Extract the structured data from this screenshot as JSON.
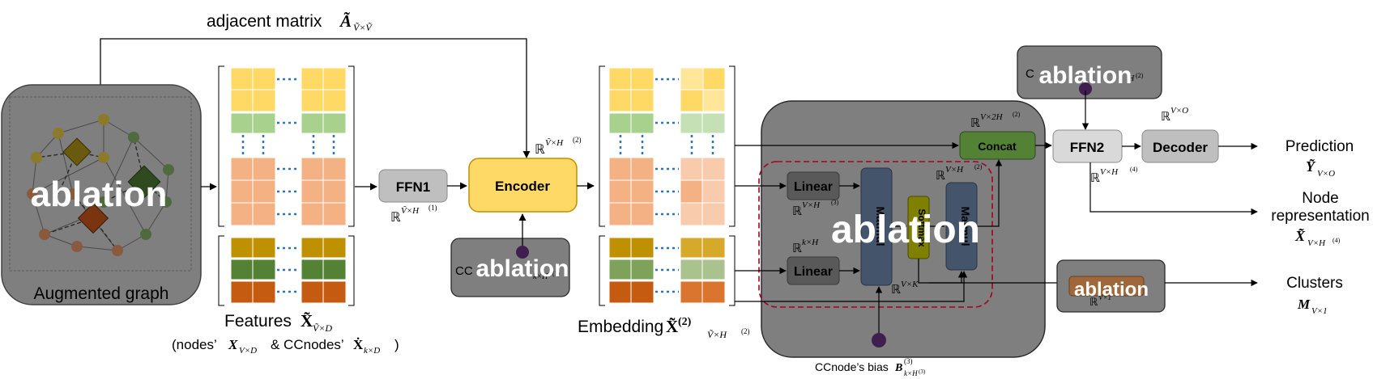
{
  "labels": {
    "adjacent_matrix": "adjacent matrix",
    "adjacent_symbol": "Ã",
    "adjacent_sub": "Ṽ×Ṽ",
    "augmented_graph": "Augmented graph",
    "features": "Features",
    "features_symbol": "X̃",
    "features_sub": "Ṽ×D",
    "features_desc_start": "(nodes’",
    "features_desc_x": "X",
    "features_desc_x_sub": "V×D",
    "features_desc_mid": "& CCnodes’",
    "features_desc_xdot": "Ẋ",
    "features_desc_xdot_sub": "k×D",
    "features_desc_end": ")",
    "embedding": "Embedding",
    "embedding_symbol": "X̃",
    "embedding_sup": "(2)",
    "embedding_sub": "Ṽ×H",
    "embedding_sub_sup": "(2)",
    "ffn1": "FFN1",
    "encoder": "Encoder",
    "concat": "Concat",
    "linear1": "Linear",
    "linear2": "Linear",
    "matmul1": "Matmul",
    "softmax": "Softmax",
    "matmul2": "Matmul",
    "ffn2": "FFN2",
    "decoder": "Decoder",
    "prediction": "Prediction",
    "prediction_symbol": "Ỹ",
    "prediction_sub": "V×O",
    "node_rep_line1": "Node",
    "node_rep_line2": "representation",
    "node_rep_symbol": "X̃",
    "node_rep_sub": "V×H",
    "node_rep_sub_sup": "(4)",
    "clusters": "Clusters",
    "clusters_symbol": "M",
    "clusters_sub": "V×1",
    "ccnode_bias": "CCnode’s bias",
    "ccnode_bias_symbol": "B",
    "ccnode_bias_sup": "(3)",
    "ccnode_bias_sub": "k×H",
    "ccnode_bias_sub_sup": "(3)",
    "ffn1_dim": "ℝ",
    "ffn1_dim_sup": "Ṽ×H",
    "ffn1_dim_sup2": "(1)",
    "encoder_dim": "ℝ",
    "encoder_dim_sup": "Ṽ×H",
    "encoder_dim_sup2": "(2)",
    "concat_dim": "ℝ",
    "concat_dim_sup": "V×2H",
    "concat_dim_sup2": "(2)",
    "matmul2_dim": "ℝ",
    "matmul2_dim_sup": "V×H",
    "matmul2_dim_sup2": "(2)",
    "linear1_dim": "ℝ",
    "linear1_dim_sup": "V×H",
    "linear1_dim_sup2": "(3)",
    "linear2_dim": "ℝ",
    "linear2_dim_sup": "k×H",
    "softmax_dim": "ℝ",
    "softmax_dim_sup": "V×K",
    "decoder_dim": "ℝ",
    "decoder_dim_sup": "V×O",
    "ffn2_dim": "ℝ",
    "ffn2_dim_sup": "V×H",
    "ffn2_dim_sup2": "(4)",
    "cluster_dim": "ℝ",
    "cluster_dim_sup": "V×1",
    "ccnode_emb_fragment": "CC",
    "ccnode_emb_sub": "k×H",
    "ccnode_emb_sub_sup": "(1)",
    "top_box_fragment_left": "C",
    "top_box_fragment_right": "H",
    "top_box_fragment_sup": "(2)"
  },
  "ablation": {
    "graph": "ablation",
    "embedding_box": "ablation",
    "clustering_module": "ablation",
    "top_box": "ablation",
    "cluster_box": "ablation"
  },
  "colors": {
    "yellow": "#FFD966",
    "yellow_light": "#FFE699",
    "green_light": "#A9D18E",
    "salmon": "#F4B183",
    "olive": "#BF9000",
    "green_dark": "#548235",
    "orange_dark": "#C55A11",
    "encoder_fill": "#FFD966",
    "encoder_stroke": "#BF9000",
    "gray_box": "#BFBFBF",
    "concat_fill": "#548235",
    "linear_fill": "#595959",
    "matmul_fill": "#44546A",
    "softmax_fill": "#7F7F00",
    "ablation_bg": "#7F7F7F",
    "dashed_red": "#A50021",
    "dot": "#3F1F4F",
    "dotted_blue": "#2E75B6"
  }
}
